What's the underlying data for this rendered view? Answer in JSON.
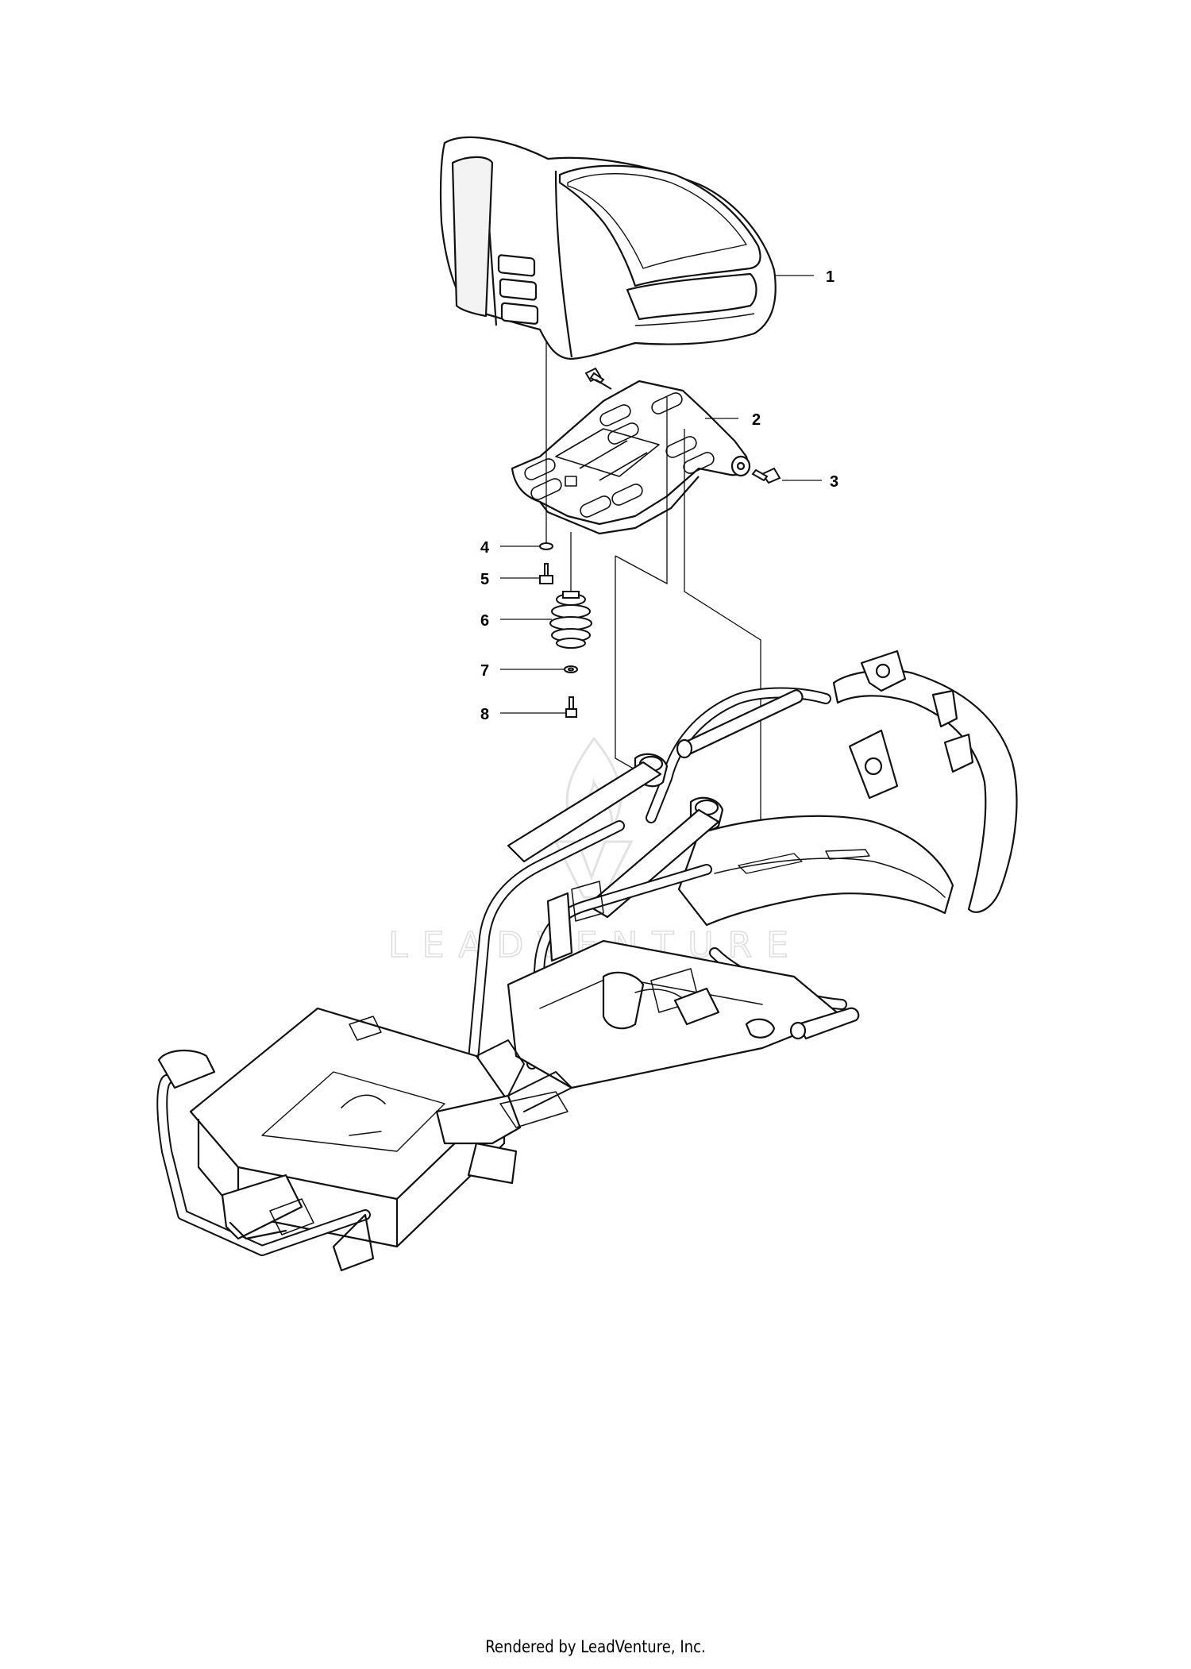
{
  "diagram": {
    "callouts": [
      {
        "number": "1",
        "part": "seat"
      },
      {
        "number": "2",
        "part": "seat-pan"
      },
      {
        "number": "3",
        "part": "pivot-bolt"
      },
      {
        "number": "4",
        "part": "washer"
      },
      {
        "number": "5",
        "part": "bolt"
      },
      {
        "number": "6",
        "part": "spring"
      },
      {
        "number": "7",
        "part": "washer"
      },
      {
        "number": "8",
        "part": "bolt"
      }
    ],
    "watermark": "LEADVENTURE"
  },
  "footer": {
    "credit": "Rendered by LeadVenture, Inc."
  }
}
